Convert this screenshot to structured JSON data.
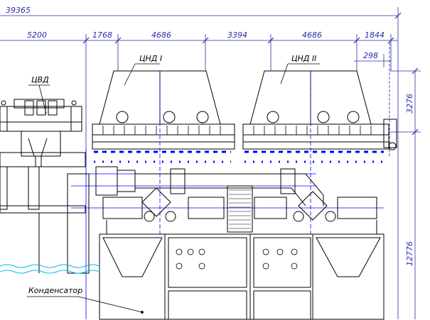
{
  "colors": {
    "line": "#000000",
    "dimension": "#2a2aa8",
    "highlight": "#0000ff",
    "water": "#00b7ee",
    "background": "#ffffff"
  },
  "dimensions": {
    "overall": "39365",
    "seg_1": "5200",
    "seg_2": "1768",
    "seg_3": "4686",
    "seg_4": "3394",
    "seg_5": "4686",
    "seg_6": "1844",
    "small_right": "298",
    "vertical_upper": "3276",
    "vertical_lower": "12776"
  },
  "labels": {
    "hp_cylinder": "ЦВД",
    "lp_cylinder_1": "ЦНД I",
    "lp_cylinder_2": "ЦНД II",
    "condenser": "Конденсатор"
  }
}
